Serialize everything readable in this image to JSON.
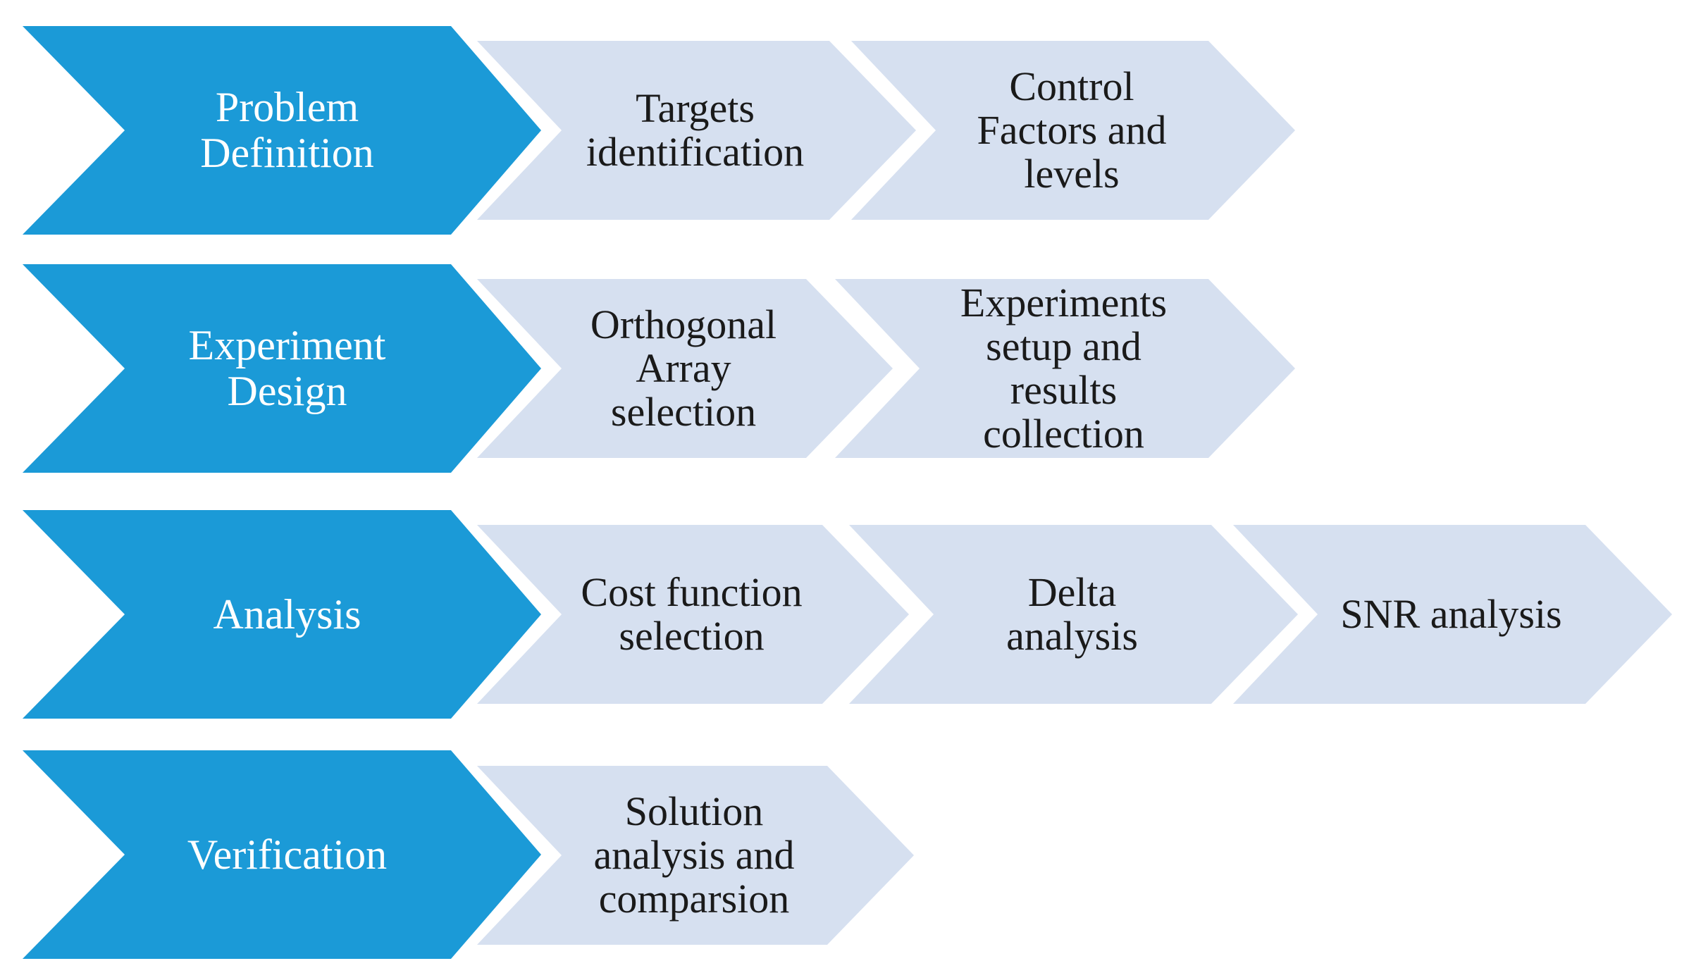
{
  "diagram": {
    "colors": {
      "background": "#ffffff",
      "stage_fill": "#1b9ad7",
      "stage_text": "#ffffff",
      "step_fill": "#d6e0f0",
      "step_text": "#1a1a1a"
    },
    "rows": [
      {
        "stage": {
          "label": "Problem\nDefinition"
        },
        "steps": [
          {
            "label": "Targets\nidentification"
          },
          {
            "label": "Control\nFactors and\nlevels"
          }
        ]
      },
      {
        "stage": {
          "label": "Experiment\nDesign"
        },
        "steps": [
          {
            "label": "Orthogonal\nArray\nselection"
          },
          {
            "label": "Experiments\nsetup and\nresults\ncollection"
          }
        ]
      },
      {
        "stage": {
          "label": "Analysis"
        },
        "steps": [
          {
            "label": "Cost function\nselection"
          },
          {
            "label": "Delta\nanalysis"
          },
          {
            "label": "SNR analysis"
          }
        ]
      },
      {
        "stage": {
          "label": "Verification"
        },
        "steps": [
          {
            "label": "Solution\nanalysis and\ncomparsion"
          }
        ]
      }
    ]
  }
}
